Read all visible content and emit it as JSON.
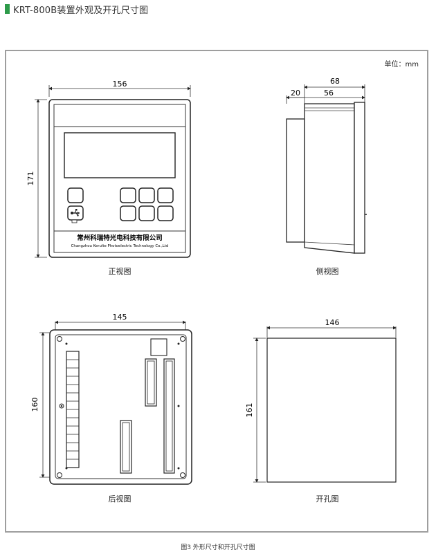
{
  "header": {
    "title": "KRT-800B装置外观及开孔尺寸图",
    "accent_color": "#2e9b4a"
  },
  "unit_label": "单位：mm",
  "front_view": {
    "label": "正视图",
    "width_dim": "156",
    "height_dim": "171",
    "brand_cn": "常州科瑞特光电科技有限公司",
    "brand_en": "Changzhou Kerulte Photoelectric Technology Co.,Ltd"
  },
  "side_view": {
    "label": "侧视图",
    "total_dim": "68",
    "front_dim": "20",
    "body_dim": "56"
  },
  "rear_view": {
    "label": "后视图",
    "width_dim": "145",
    "height_dim": "160"
  },
  "cutout_view": {
    "label": "开孔图",
    "width_dim": "146",
    "height_dim": "161"
  },
  "caption": "图3  外形尺寸和开孔尺寸图"
}
